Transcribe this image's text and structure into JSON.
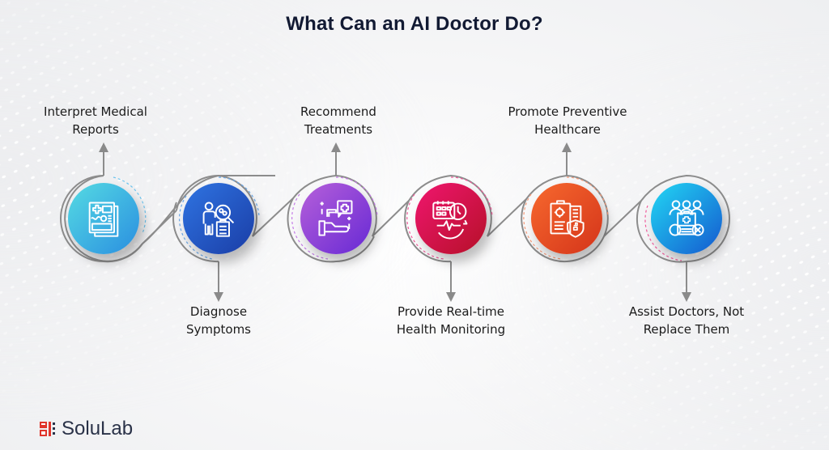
{
  "title": "What Can an AI Doctor Do?",
  "steps": [
    {
      "id": "interpret",
      "label_line1": "Interpret Medical",
      "label_line2": "Reports",
      "position": "top",
      "icon": "medical-report-icon",
      "gradient": [
        "#4fd6e0",
        "#2b8fe0"
      ],
      "dash_color": "#6ec4ee"
    },
    {
      "id": "diagnose",
      "label_line1": "Diagnose",
      "label_line2": "Symptoms",
      "position": "bottom",
      "icon": "diagnose-magnifier-icon",
      "gradient": [
        "#2f6fe0",
        "#1b3fa8"
      ],
      "dash_color": "#6aa8e8"
    },
    {
      "id": "recommend",
      "label_line1": "Recommend",
      "label_line2": "Treatments",
      "position": "top",
      "icon": "treatment-hand-icon",
      "gradient": [
        "#b05ad8",
        "#6a2bd6"
      ],
      "dash_color": "#c47be6"
    },
    {
      "id": "monitor",
      "label_line1": "Provide Real-time",
      "label_line2": "Health Monitoring",
      "position": "bottom",
      "icon": "calendar-heartbeat-icon",
      "gradient": [
        "#f0146e",
        "#b8102a"
      ],
      "dash_color": "#f05a9a"
    },
    {
      "id": "preventive",
      "label_line1": "Promote Preventive",
      "label_line2": "Healthcare",
      "position": "top",
      "icon": "clipboard-shield-icon",
      "gradient": [
        "#f5652c",
        "#d8381a"
      ],
      "dash_color": "#f59a78"
    },
    {
      "id": "assist",
      "label_line1": "Assist Doctors, Not",
      "label_line2": "Replace Them",
      "position": "bottom",
      "icon": "doctors-team-icon",
      "gradient": [
        "#22d4f2",
        "#1560d2"
      ],
      "dash_color": "#f05a9a"
    }
  ],
  "brand": {
    "name": "SoluLab",
    "accent": "#e0352b"
  }
}
